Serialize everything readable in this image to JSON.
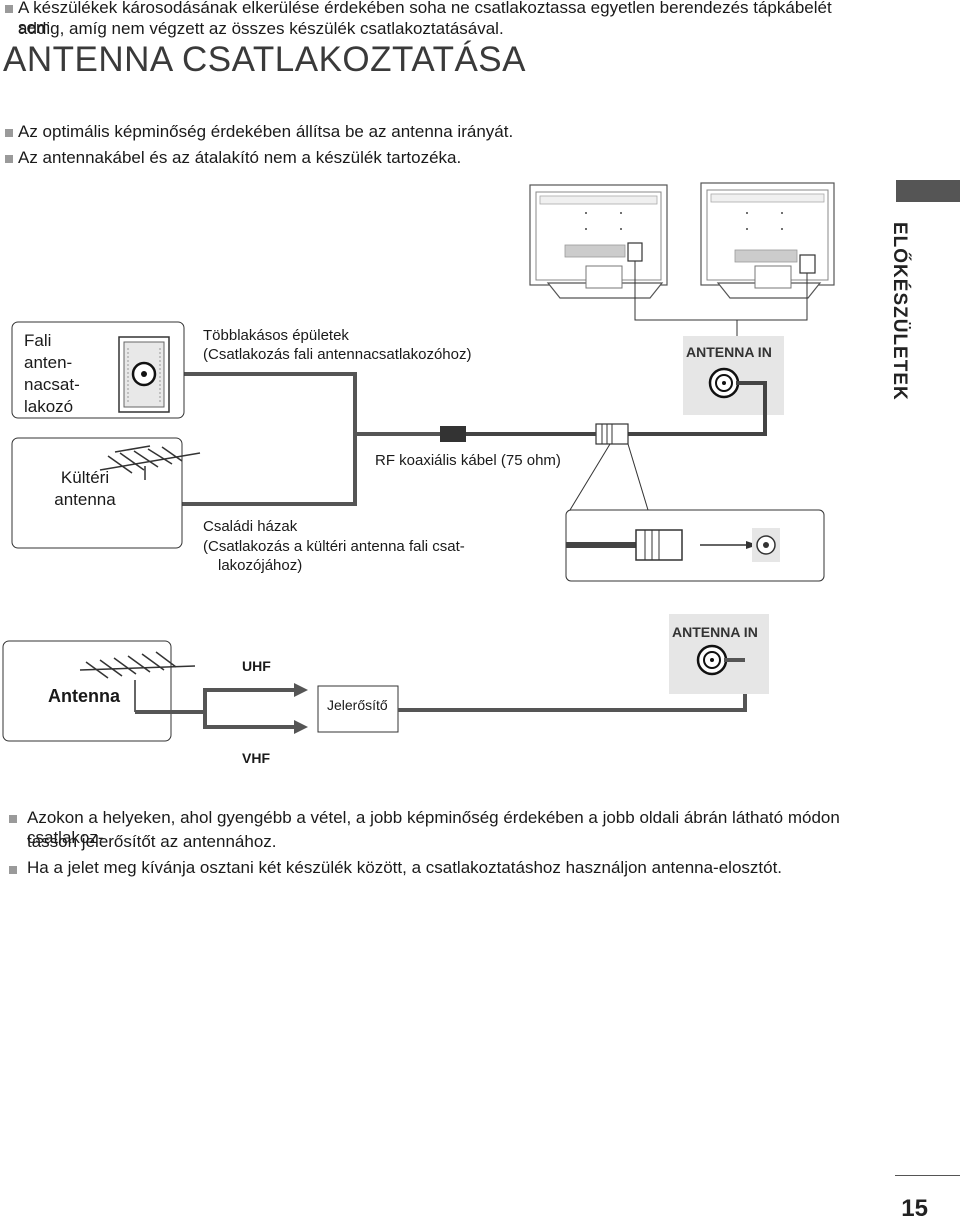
{
  "intro": {
    "warning": "A készülékek károsodásának elkerülése érdekében soha ne csatlakoztassa egyetlen berendezés tápkábelét sem addig, amíg nem végzett az összes készülék csatlakoztatásával.",
    "warning_line1": "A készülékek károsodásának elkerülése érdekében soha ne csatlakoztassa egyetlen berendezés tápkábelét sem",
    "warning_line2": "addig, amíg nem végzett az összes készülék csatlakoztatásával."
  },
  "section": {
    "title": "ANTENNA CSATLAKOZTATÁSA",
    "notes": [
      "Az optimális képminőség érdekében állítsa be az antenna irányát.",
      "Az antennakábel és az átalakító nem a készülék tartozéka."
    ]
  },
  "side_tab": {
    "label": "ELŐKÉSZÜLETEK"
  },
  "diagram1": {
    "wall_outlet_label": [
      "Fali",
      "anten-",
      "nacsat-",
      "lakozó"
    ],
    "outdoor_antenna_label": [
      "Kültéri",
      "antenna"
    ],
    "multi_dwelling_title": "Többlakásos épületek",
    "multi_dwelling_note": "(Csatlakozás fali antennacsatlakozóhoz)",
    "antenna_in": "ANTENNA IN",
    "cable_label": "RF koaxiális kábel (75 ohm)",
    "family_house_title": "Családi házak",
    "family_house_note_line1": "(Csatlakozás a kültéri antenna fali csat-",
    "family_house_note_line2": "lakozójához)"
  },
  "diagram2": {
    "antenna_label": "Antenna",
    "uhf": "UHF",
    "vhf": "VHF",
    "amplifier": "Jelerősítő",
    "antenna_in": "ANTENNA IN"
  },
  "bottom_notes": {
    "note1_line1": "Azokon a helyeken, ahol gyengébb a vétel, a jobb képminőség érdekében a jobb oldali ábrán látható módon csatlakoz-",
    "note1_line2": "tasson jelerősítőt az antennához.",
    "note2": "Ha a jelet meg kívánja osztani két készülék között, a csatlakoztatáshoz használjon antenna-elosztót."
  },
  "page_number": "15"
}
